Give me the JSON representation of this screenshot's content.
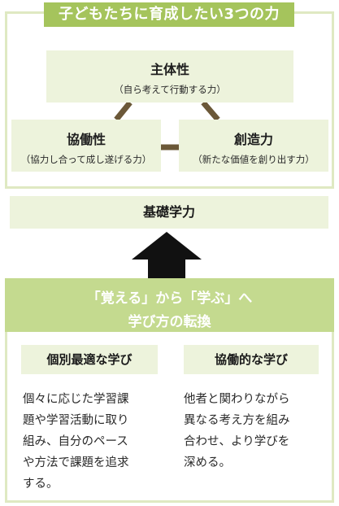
{
  "header": {
    "title": "子どもたちに育成したい3つの力"
  },
  "abilities": {
    "top": {
      "title": "主体性",
      "sub": "（自ら考えて行動する力）"
    },
    "left": {
      "title": "協働性",
      "sub": "（協力し合って成し遂げる力）"
    },
    "right": {
      "title": "創造力",
      "sub": "（新たな価値を創り出す力）"
    }
  },
  "foundation": {
    "label": "基礎学力"
  },
  "shift": {
    "line1": "「覚える」から「学ぶ」へ",
    "line2": "学び方の転換"
  },
  "learning": {
    "individual": {
      "title": "個別最適な学び",
      "lines": [
        "個々に応じた学習課",
        "題や学習活動に取り",
        "組み、自分のペース",
        "や方法で課題を追求",
        "する。"
      ]
    },
    "collaborative": {
      "title": "協働的な学び",
      "lines": [
        "他者と関わりながら",
        "異なる考え方を組み",
        "合わせ、より学びを",
        "深める。"
      ]
    }
  },
  "colors": {
    "title_bar": "#a5c45c",
    "box_fill": "#edf3dc",
    "frame_border": "#dfe9c2",
    "banner": "#c4da8f",
    "connector": "#6b5838",
    "arrow": "#111111"
  }
}
